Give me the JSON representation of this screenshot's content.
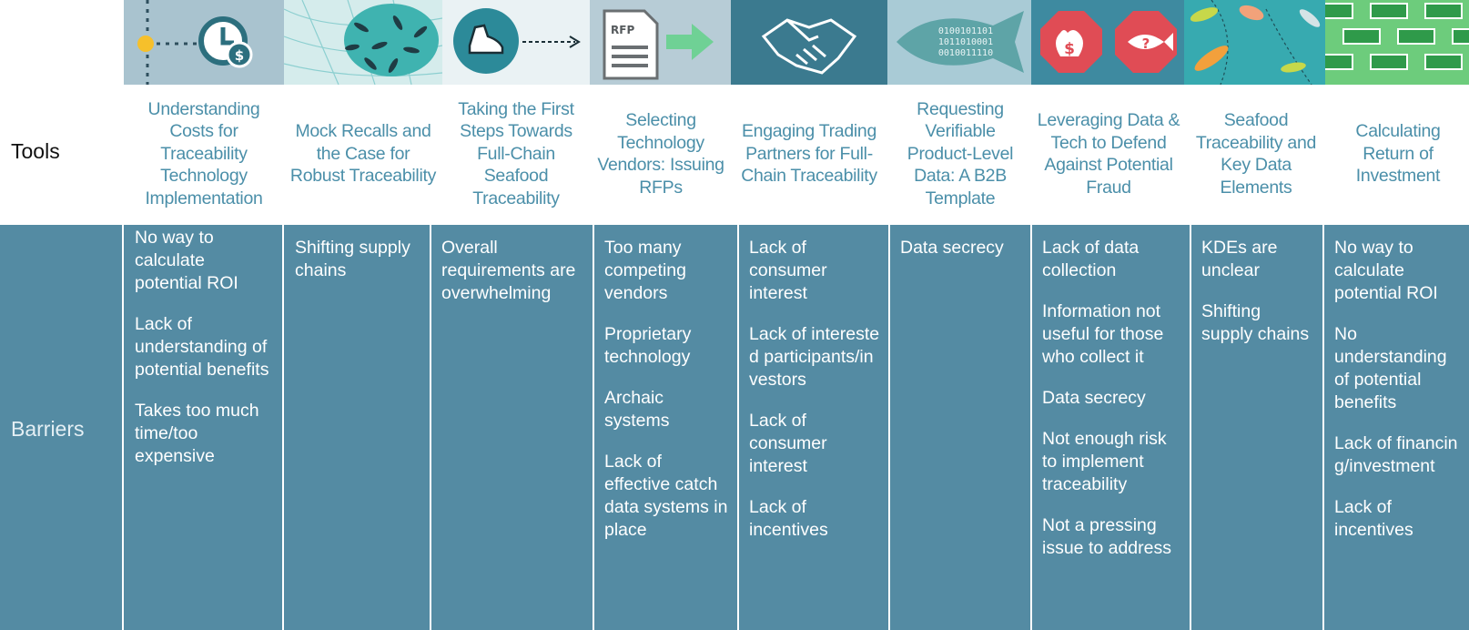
{
  "rows": {
    "tools_label": "Tools",
    "barriers_label": "Barriers"
  },
  "colors": {
    "title_text": "#4b8fa9",
    "barrier_bg": "#548ba3",
    "barrier_text": "#ffffff"
  },
  "tools": [
    {
      "icon": "clock-dollar-icon",
      "title": "Understanding Costs for Traceability Technology Implementation",
      "barriers": [
        "No way to calculate potential ROI",
        "Lack of understanding of potential benefits",
        "Takes too much time/too expensive"
      ]
    },
    {
      "icon": "fish-net-icon",
      "title": "Mock Recalls and the Case for Robust Traceability",
      "barriers": [
        "Shifting supply chains"
      ]
    },
    {
      "icon": "shoe-step-icon",
      "title": "Taking the First Steps Towards Full-Chain Seafood Traceability",
      "barriers": [
        "Overall requirements are overwhelming"
      ]
    },
    {
      "icon": "rfp-document-icon",
      "title": "Selecting Technology Vendors: Issuing RFPs",
      "barriers": [
        "Too many competing vendors",
        "Proprietary technology",
        "Archaic systems",
        "Lack of effective catch data systems in place"
      ]
    },
    {
      "icon": "handshake-icon",
      "title": "Engaging Trading Partners for Full-Chain Traceability",
      "barriers": [
        "Lack of consumer interest",
        "Lack of interested participants/investors",
        "Lack of consumer interest",
        "Lack of incentives"
      ]
    },
    {
      "icon": "binary-fish-icon",
      "title": "Requesting Verifiable Product-Level Data: A B2B Template",
      "binary_lines": [
        "0100101101",
        "1011010001",
        "0010011110"
      ],
      "barriers": [
        "Data secrecy"
      ]
    },
    {
      "icon": "fraud-stop-signs-icon",
      "title": "Leveraging Data & Tech to Defend Against Potential Fraud",
      "barriers": [
        "Lack of data collection",
        "Information not useful for those who collect it",
        "Data secrecy",
        "Not enough risk to implement traceability",
        "Not a pressing issue to address"
      ]
    },
    {
      "icon": "fish-pattern-icon",
      "title": "Seafood Traceability and Key Data Elements",
      "barriers": [
        "KDEs are unclear",
        "Shifting supply chains"
      ]
    },
    {
      "icon": "money-stacks-icon",
      "title": "Calculating Return of Investment",
      "barriers": [
        "No way to calculate potential ROI",
        "No understanding of potential benefits",
        "Lack of financing/investment",
        "Lack of incentives"
      ]
    }
  ]
}
